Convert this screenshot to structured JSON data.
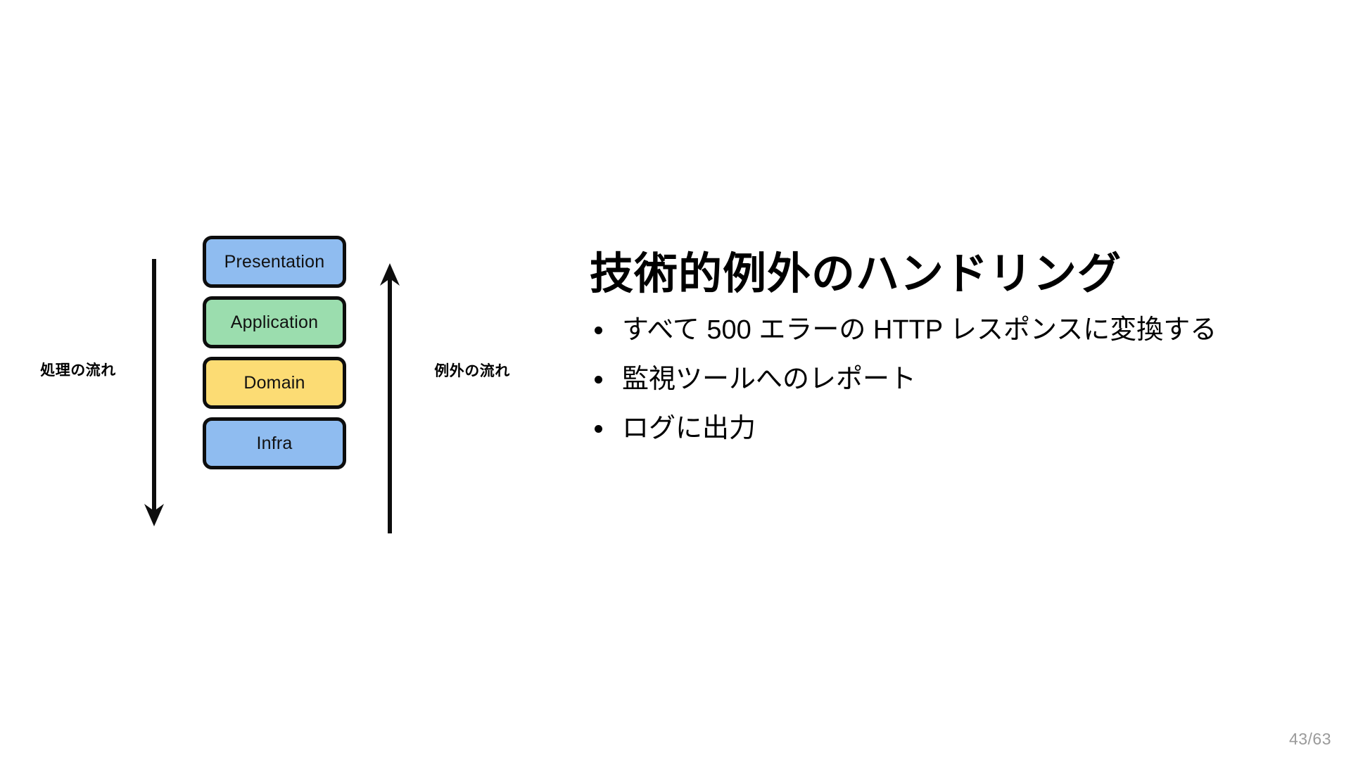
{
  "slide": {
    "page_number": "43/63",
    "background_color": "#ffffff"
  },
  "diagram": {
    "left_flow_label": "処理の流れ",
    "right_flow_label": "例外の流れ",
    "left_arrow_direction": "down",
    "right_arrow_direction": "up",
    "layers": [
      {
        "label": "Presentation",
        "color": "#8FBCF0"
      },
      {
        "label": "Application",
        "color": "#9BDDAE"
      },
      {
        "label": "Domain",
        "color": "#FCDC74"
      },
      {
        "label": "Infra",
        "color": "#8FBCF0"
      }
    ]
  },
  "content": {
    "title": "技術的例外のハンドリング",
    "bullets": [
      {
        "text": "すべて 500 エラーの HTTP レスポンスに変換する"
      },
      {
        "text": "監視ツールへのレポート"
      },
      {
        "text": "ログに出力"
      }
    ]
  },
  "colors": {
    "border": "#0d0d0d",
    "text": "#000000",
    "page_number": "#9a9a9a"
  }
}
